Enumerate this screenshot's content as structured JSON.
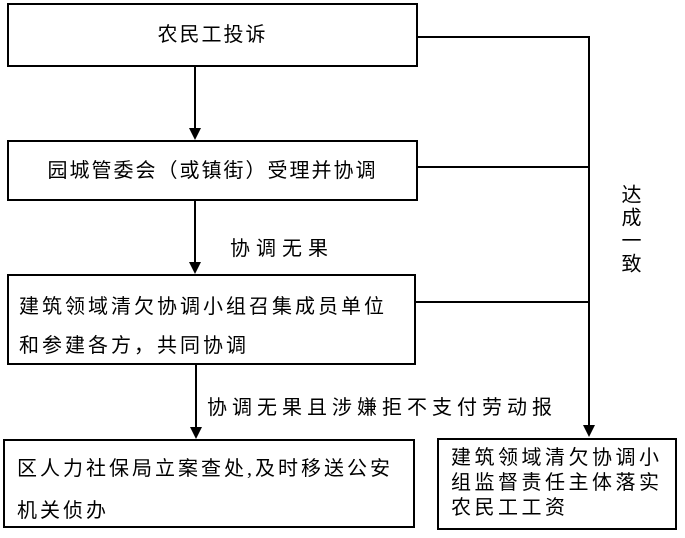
{
  "colors": {
    "background": "#ffffff",
    "line": "#000000",
    "text": "#000000"
  },
  "boxes": {
    "complaint": {
      "text": "农民工投诉"
    },
    "accept": {
      "text": "园城管委会（或镇街）受理并协调"
    },
    "group": {
      "lines": [
        "建筑领域清欠协调小组召集成员单位",
        "和参建各方，共同协调"
      ]
    },
    "hrss": {
      "lines": [
        "区人力社保局立案查处,及时移送公安",
        "机关侦办"
      ]
    },
    "supervise": {
      "lines": [
        "建筑领域清欠协调小",
        "组监督责任主体落实",
        "农民工工资"
      ]
    }
  },
  "labels": {
    "no_result": "协调无果",
    "no_result_suspect": "协调无果且涉嫌拒不支付劳动报",
    "agree": "达成一致"
  }
}
